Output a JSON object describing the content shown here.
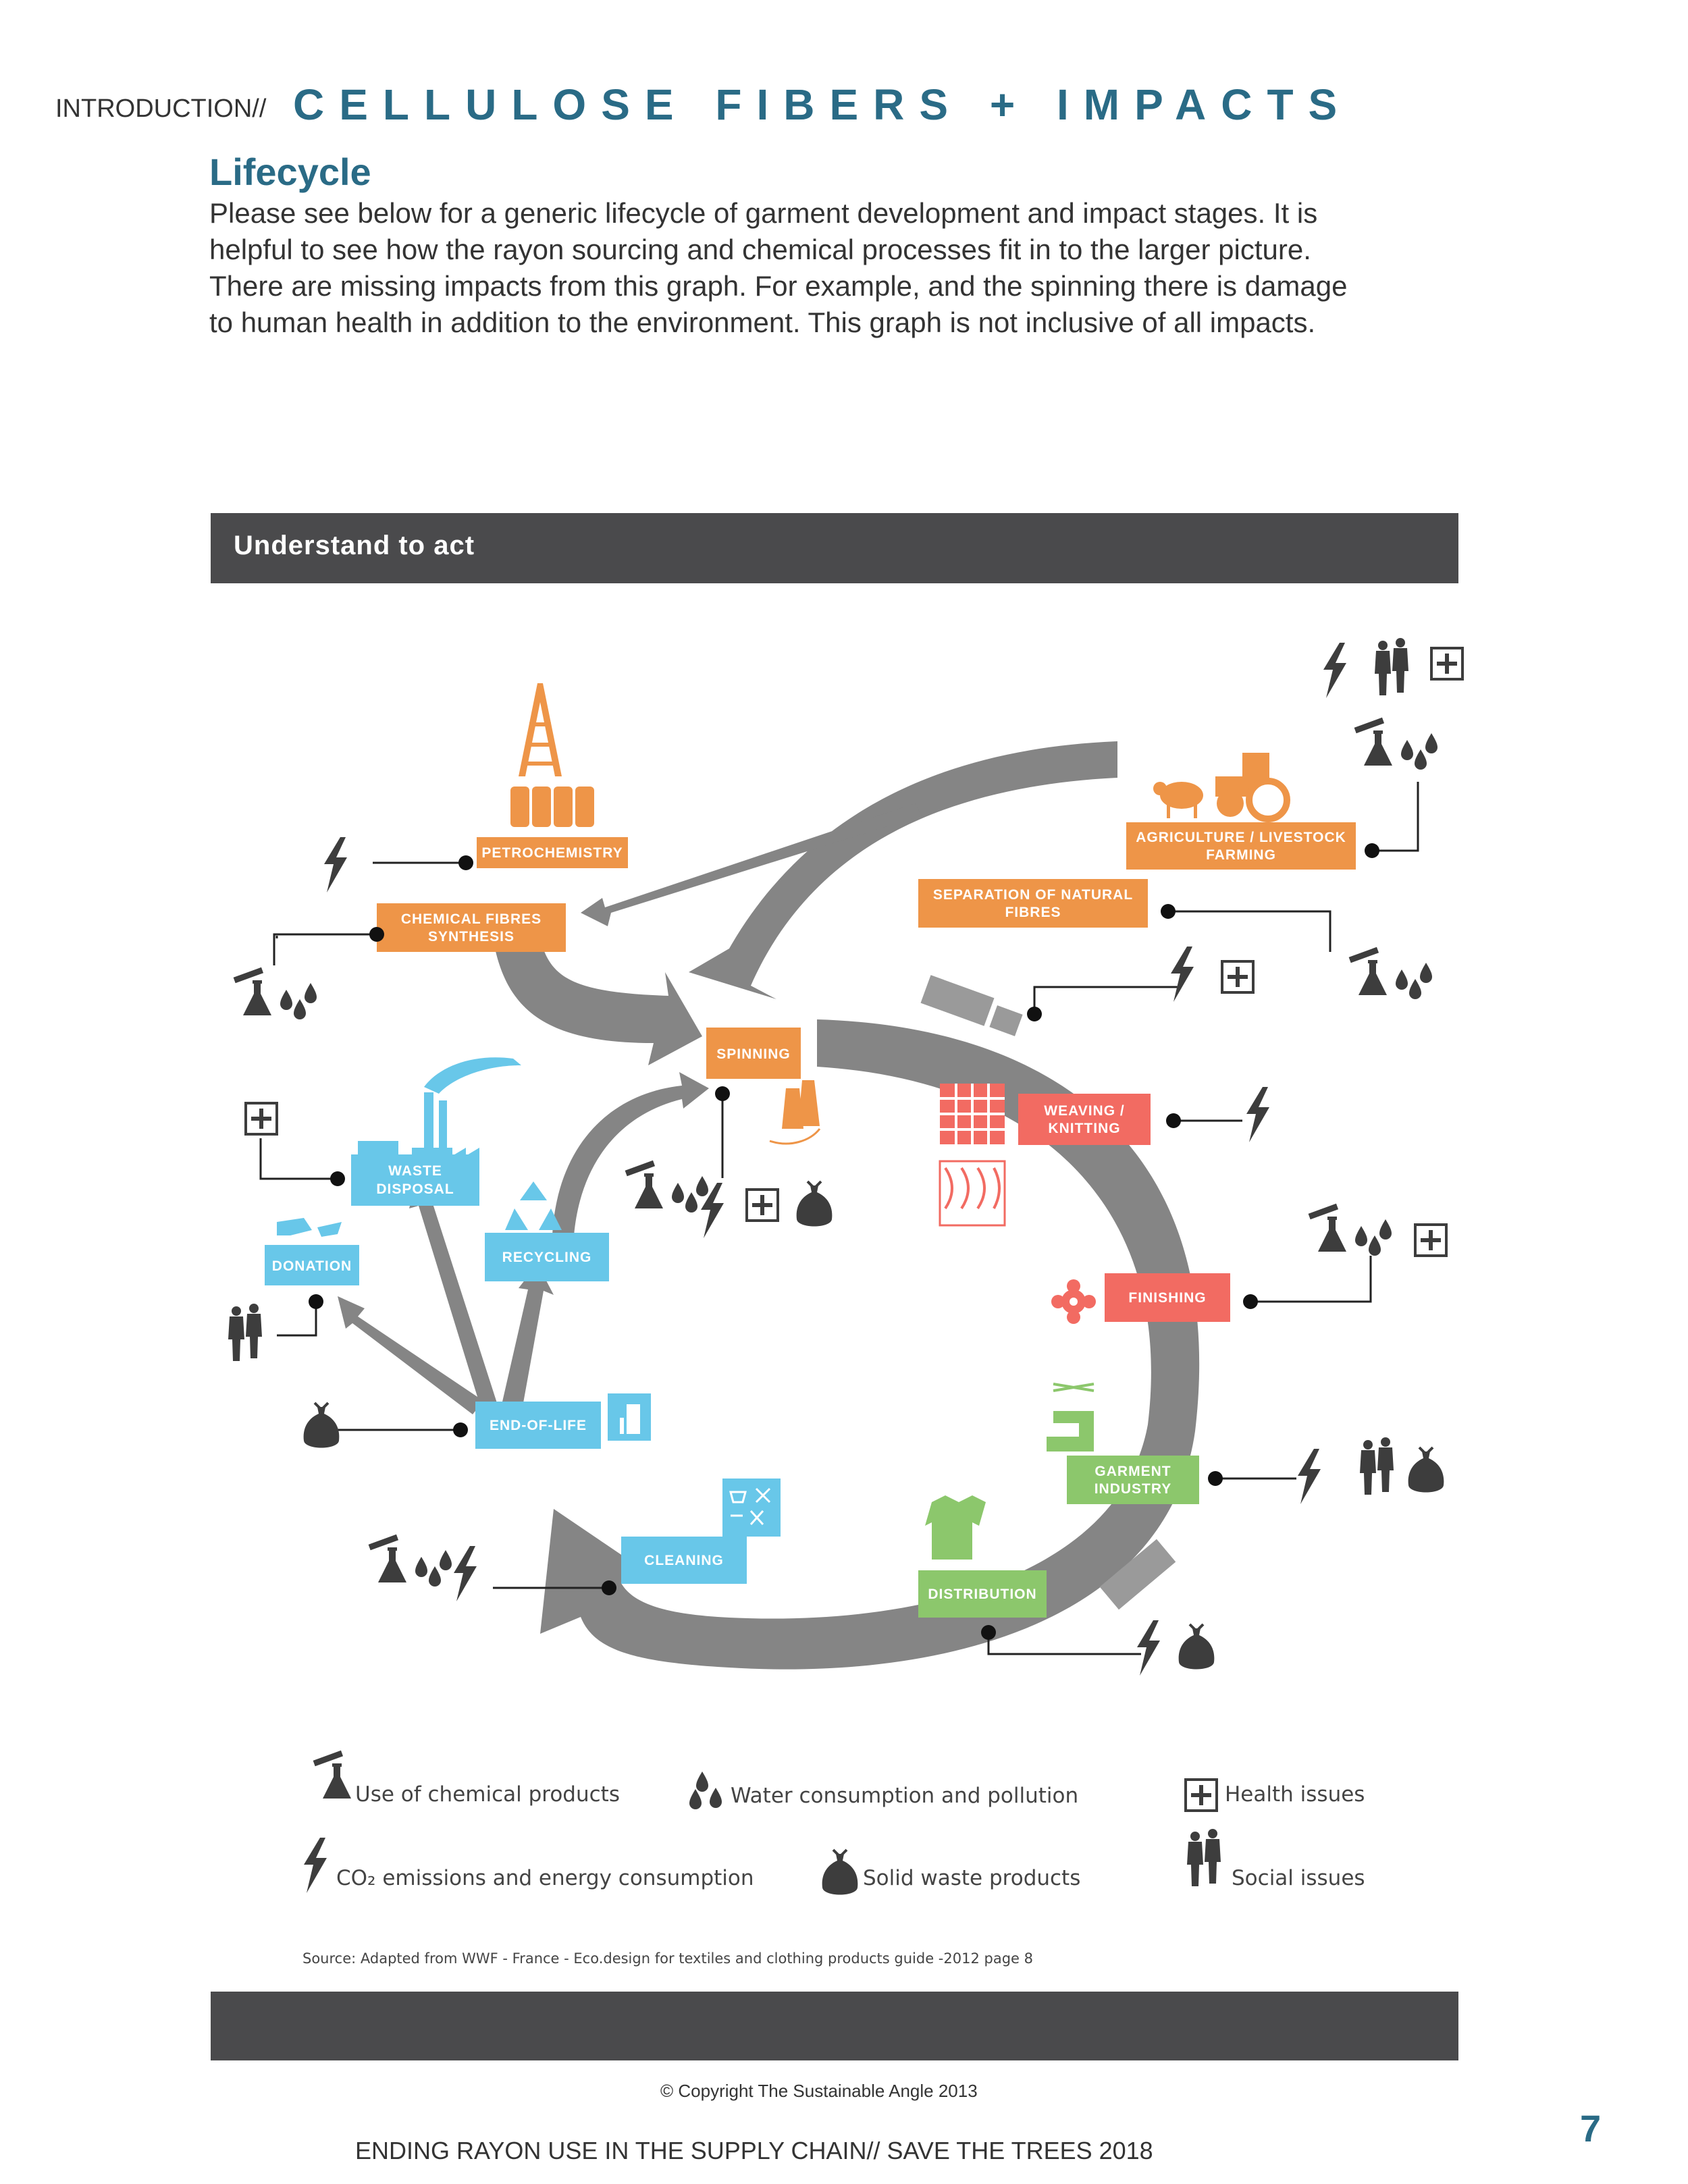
{
  "header": {
    "prefix": "INTRODUCTION//",
    "title": "CELLULOSE FIBERS + IMPACTS"
  },
  "section": {
    "title": "Lifecycle",
    "intro_lines": [
      "Please see below for a generic lifecycle of garment development and impact stages. It is",
      "helpful to see how the rayon sourcing and chemical processes fit in to the larger picture.",
      "There are missing impacts from this graph. For example, and the spinning there is damage",
      "to human health in addition to the environment. This graph is not inclusive of all impacts."
    ]
  },
  "figure": {
    "banner": "Understand to act",
    "stages": {
      "petrochemistry": "PETROCHEMISTRY",
      "chemical_fibres_1": "CHEMICAL FIBRES",
      "chemical_fibres_2": "SYNTHESIS",
      "agriculture_1": "AGRICULTURE / LIVESTOCK",
      "agriculture_2": "FARMING",
      "separation_1": "SEPARATION OF NATURAL",
      "separation_2": "FIBRES",
      "spinning": "SPINNING",
      "weaving_1": "WEAVING /",
      "weaving_2": "KNITTING",
      "finishing": "FINISHING",
      "garment_1": "GARMENT",
      "garment_2": "INDUSTRY",
      "distribution": "DISTRIBUTION",
      "cleaning": "CLEANING",
      "end_of_life": "END-OF-LIFE",
      "recycling": "RECYCLING",
      "waste_1": "WASTE",
      "waste_2": "DISPOSAL",
      "donation": "DONATION"
    },
    "legend": {
      "chemicals": "Use of chemical products",
      "water": "Water consumption and pollution",
      "health": "Health issues",
      "co2": "CO₂ emissions and energy consumption",
      "waste": "Solid waste products",
      "social": "Social issues"
    },
    "source": "Source: Adapted from WWF - France - Eco.design for textiles and clothing products guide -2012 page 8",
    "copyright": "© Copyright The Sustainable Angle 2013",
    "colors": {
      "orange": "#ee9548",
      "red": "#f26b62",
      "green": "#8cc76c",
      "blue": "#68c7e9",
      "arrow": "#858585",
      "dark": "#3d3d3d"
    }
  },
  "footer": {
    "text": "ENDING RAYON USE IN THE SUPPLY CHAIN// SAVE THE TREES 2018",
    "page": "7"
  }
}
